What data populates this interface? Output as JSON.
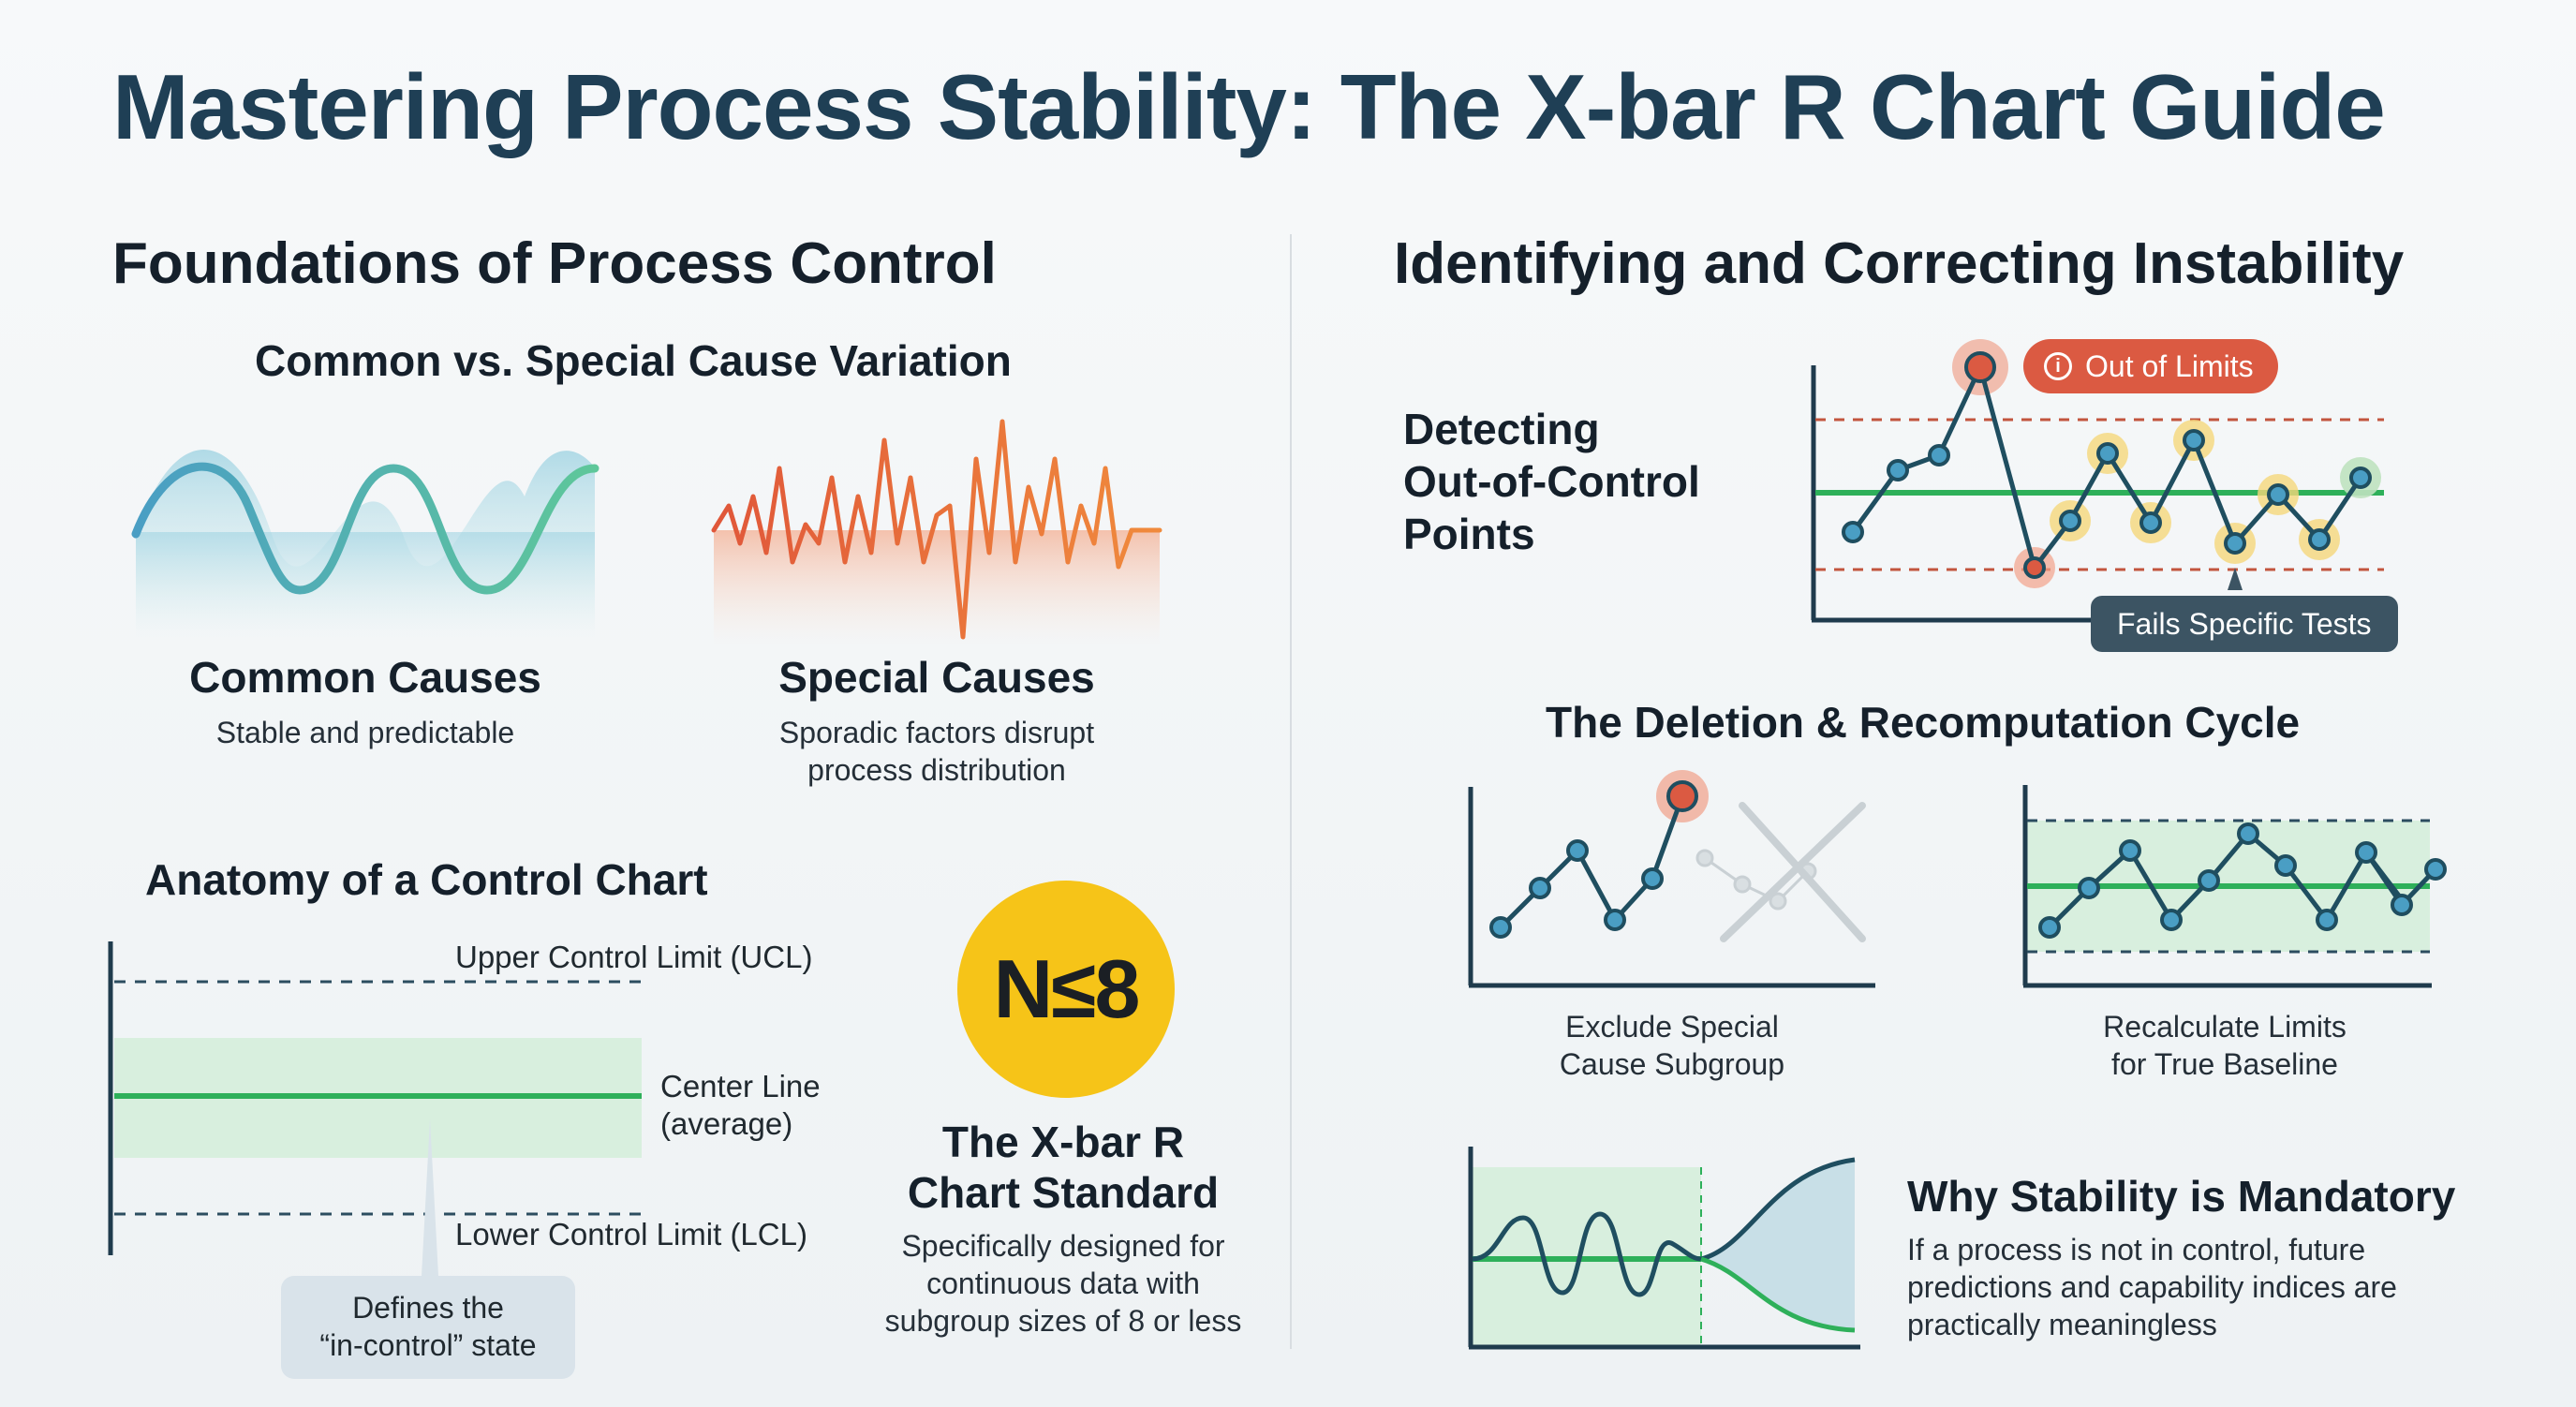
{
  "title": "Mastering Process Stability: The X-bar R Chart Guide",
  "left": {
    "heading": "Foundations of Process Control",
    "variation": {
      "subheading": "Common vs. Special Cause Variation",
      "common": {
        "title": "Common Causes",
        "desc": "Stable and predictable"
      },
      "special": {
        "title": "Special Causes",
        "desc_line1": "Sporadic factors disrupt",
        "desc_line2": "process distribution"
      }
    },
    "anatomy": {
      "heading": "Anatomy of a Control Chart",
      "ucl_label": "Upper Control Limit (UCL)",
      "center_label_line1": "Center Line",
      "center_label_line2": "(average)",
      "lcl_label": "Lower Control Limit (LCL)",
      "callout_line1": "Defines the",
      "callout_line2": "“in-control” state"
    },
    "standard": {
      "badge": "N≤8",
      "title_line1": "The X-bar R",
      "title_line2": "Chart Standard",
      "desc_line1": "Specifically designed for",
      "desc_line2": "continuous data with",
      "desc_line3": "subgroup sizes of 8 or less"
    }
  },
  "right": {
    "heading": "Identifying and Correcting Instability",
    "detecting": {
      "title_line1": "Detecting",
      "title_line2": "Out-of-Control",
      "title_line3": "Points",
      "out_of_limits": "Out of Limits",
      "fails_tests": "Fails Specific Tests"
    },
    "cycle": {
      "heading": "The Deletion & Recomputation Cycle",
      "exclude_line1": "Exclude Special",
      "exclude_line2": "Cause Subgroup",
      "recalc_line1": "Recalculate Limits",
      "recalc_line2": "for True Baseline"
    },
    "why": {
      "title": "Why Stability is Mandatory",
      "desc_line1": "If a process is not in control, future",
      "desc_line2": "predictions and capability indices are",
      "desc_line3": "practically meaningless"
    }
  },
  "colors": {
    "title": "#1f3f55",
    "accent_green": "#2eb05a",
    "accent_red": "#db5a42",
    "line_teal": "#1f4e60",
    "point_fill": "#4a9ec4",
    "highlight_yellow": "#f6c418"
  },
  "icons": {
    "info": "info-circle-icon"
  }
}
